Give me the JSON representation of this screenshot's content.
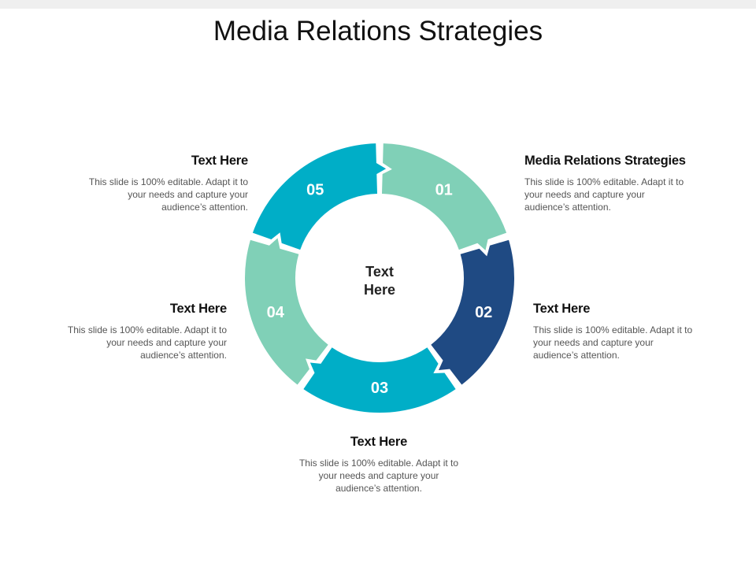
{
  "title": "Media Relations Strategies",
  "center_label": [
    "Text",
    "Here"
  ],
  "segments": [
    {
      "number": "01",
      "color": "#80d0b7"
    },
    {
      "number": "02",
      "color": "#1f4a83"
    },
    {
      "number": "03",
      "color": "#00aec7"
    },
    {
      "number": "04",
      "color": "#80d0b7"
    },
    {
      "number": "05",
      "color": "#00aec7"
    }
  ],
  "blocks": {
    "b01": {
      "heading": "Media Relations Strategies",
      "lines": [
        "This slide is 100% editable. Adapt it to",
        "your needs and capture your",
        "audience’s attention."
      ]
    },
    "b02": {
      "heading": "Text Here",
      "lines": [
        "This slide is 100% editable. Adapt it to",
        "your needs and capture your",
        "audience’s attention."
      ]
    },
    "b03": {
      "heading": "Text Here",
      "lines": [
        "This slide is 100% editable. Adapt it to",
        "your needs and capture your",
        "audience’s attention."
      ]
    },
    "b04": {
      "heading": "Text Here",
      "lines": [
        "This slide is 100% editable. Adapt it to",
        "your needs and capture your",
        "audience’s attention."
      ]
    },
    "b05": {
      "heading": "Text Here",
      "lines": [
        "This slide is 100% editable. Adapt it to",
        "your needs and capture your",
        "audience’s attention."
      ]
    }
  }
}
